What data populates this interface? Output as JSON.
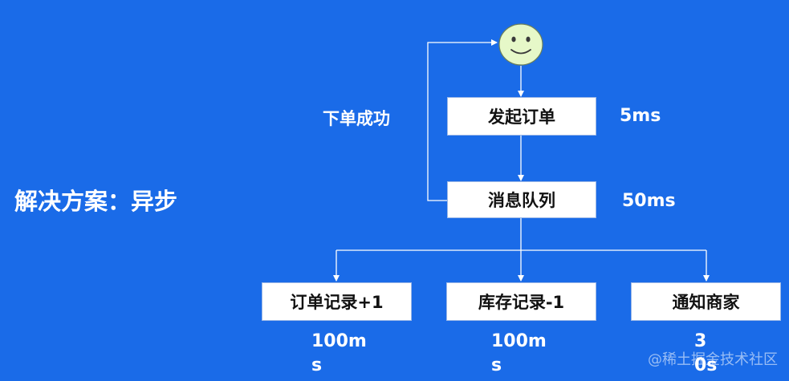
{
  "diagram": {
    "title": "解决方案：异步",
    "loop_label": "下单成功",
    "nodes": {
      "place_order": {
        "label": "发起订单",
        "time": "5ms"
      },
      "message_queue": {
        "label": "消息队列",
        "time": "50ms"
      },
      "order_record": {
        "label": "订单记录+1",
        "time": "100ms"
      },
      "inventory_record": {
        "label": "库存记录-1",
        "time": "100ms"
      },
      "notify_merchant": {
        "label": "通知商家",
        "time": "30s"
      }
    }
  },
  "watermark": "@稀土掘金技术社区",
  "colors": {
    "background": "#1a6be8",
    "box_fill": "#ffffff",
    "line": "#ffffff",
    "face": "#e6f8c8",
    "text_dark": "#111111",
    "text_light": "#ffffff"
  }
}
